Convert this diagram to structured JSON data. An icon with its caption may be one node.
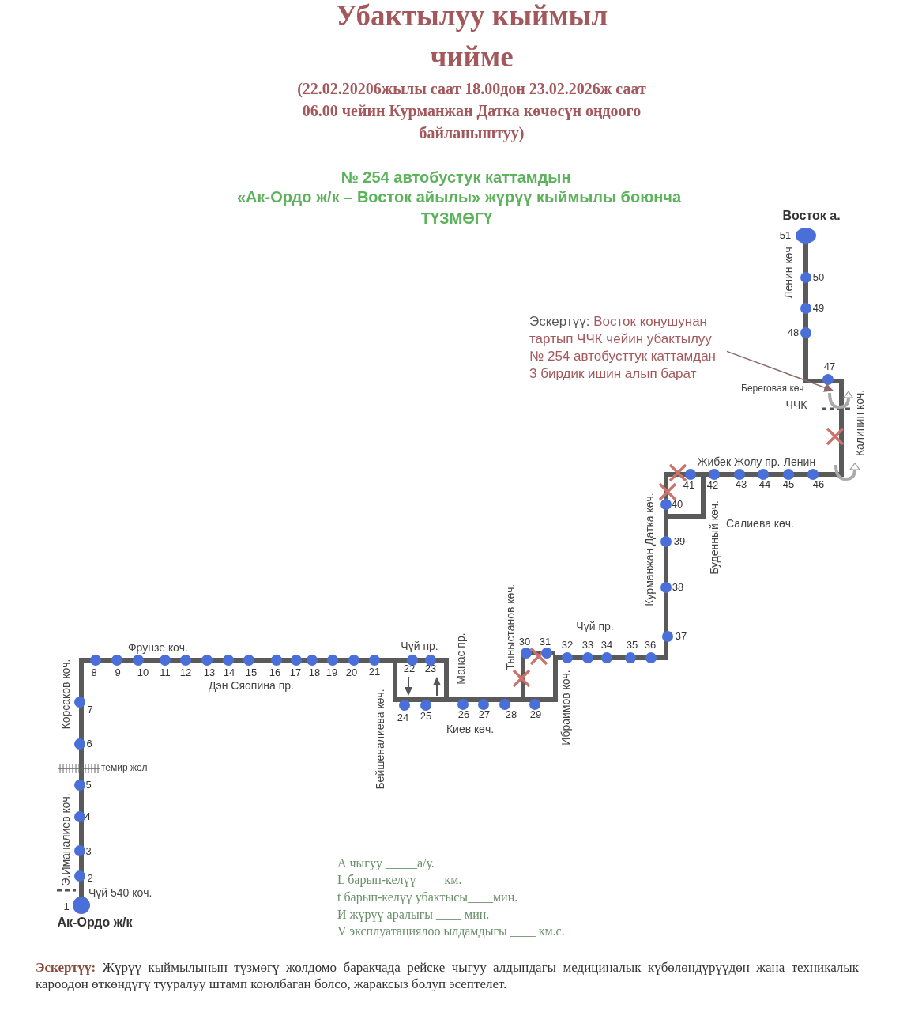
{
  "diagram": {
    "title": "Убактылуу кыймыл чийме",
    "nodes": [
      {
        "text": [
          "Эскертүү:",
          "Восток конушунан тартып ЧЧК чейин убактылуу № 254 автобусттук каттамдан 3 бирдик ишин алып барат"
        ]
      },
      {
        "text": [],
        "shape": "arrow"
      }
    ],
    "edges": [
      {
        "from": 0,
        "to": 1,
        "arrow": "to"
      }
    ],
    "labels": [
      "(22.02.20206жылы саат 18.00дон 23.02.2026ж саат 06.00 чейин Курманжан Датка көчөсүн оңдоого байланыштуу)",
      "№ 254 автобустук каттамдын",
      "«Ак-Ордо ж/к – Восток айылы» жүрүү кыймылы боюнча",
      "ТҮЗМӨГҮ",
      "Восток а.",
      "Ленин көч",
      "Береговая көч",
      "ЧЧК",
      "Калинин көч.",
      "Жибек Жолу пр.",
      "Ленин",
      "Салиева көч.",
      "Буденный көч.",
      "Курманжан Датка көч.",
      "Тыныстанов көч.",
      "Чүй пр.",
      "Фрунзе көч.",
      "Корсаков көч.",
      "Манас пр.",
      "Чүй пр.",
      "Дэн Сяопина пр.",
      "Ибраимов көч.",
      "Бейшеналиева көч.",
      "Киев көч.",
      "темир жол",
      "Э.Иманалиев көч.",
      "Чүй 540 көч.",
      "Ак-Ордо ж/к",
      "А чыгуу _____а/у.",
      "L барып-келүү ____км.",
      "t барып-келүү убактысы____мин.",
      "И жүрүү аралыгы ____ мин.",
      "V эксплуатациялоо ылдамдыгы ____ км.с.",
      "**Эскертүү:** Жүрүү кыймылынын түзмөгү жолдомо баракчада рейске чыгуу алдындагы медициналык күбөлөндүрүүдөн жана техникалык кароодон өткөндүгү тууралуу штамп коюлбаган болсо, жараксыз болуп эсептелет.",
      "1",
      "2",
      "3",
      "4",
      "5",
      "6",
      "7",
      "8",
      "9",
      "10",
      "11",
      "12",
      "13",
      "14",
      "15",
      "16",
      "17",
      "18",
      "19",
      "20",
      "21",
      "22",
      "23",
      "24",
      "25",
      "26",
      "27",
      "28",
      "29",
      "30",
      "31",
      "32",
      "33",
      "34",
      "35",
      "36",
      "37",
      "38",
      "39",
      "40",
      "41",
      "42",
      "43",
      "44",
      "45",
      "46",
      "47",
      "48",
      "49",
      "50",
      "51"
    ]
  }
}
